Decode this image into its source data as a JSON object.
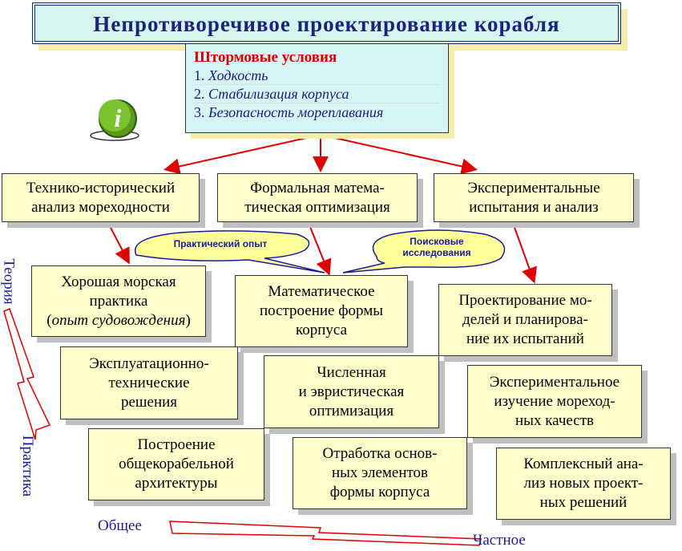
{
  "title": "Непротиворечивое проектирование корабля",
  "storm": {
    "heading": "Штормовые условия",
    "items": [
      {
        "num": "1.",
        "text": "Ходкость"
      },
      {
        "num": "2.",
        "text": "Стабилизация корпуса"
      },
      {
        "num": "3.",
        "text": "Безопасность мореплавания"
      }
    ]
  },
  "branches": {
    "historical": [
      "Технико-исторический",
      "анализ мореходности"
    ],
    "formal": [
      "Формальная матема-",
      "тическая оптимизация"
    ],
    "experimental": [
      "Экспериментальные",
      "испытания и анализ"
    ]
  },
  "callouts": {
    "practical": "Практический опыт",
    "search": [
      "Поисковые",
      "исследования"
    ]
  },
  "boxes": {
    "good_practice": [
      "Хорошая морская",
      "практика"
    ],
    "good_practice_note": "опыт судовождения",
    "math_form": [
      "Математическое",
      "построение формы",
      "корпуса"
    ],
    "model_design": [
      "Проектирование мо-",
      "делей и планирова-",
      "ние их испытаний"
    ],
    "operational": [
      "Эксплуатационно-",
      "технические",
      "решения"
    ],
    "numeric": [
      "Численная",
      "и эвристическая",
      "оптимизация"
    ],
    "exp_study": [
      "Экспериментальное",
      "изучение мореход-",
      "ных качеств"
    ],
    "architecture": [
      "Построение",
      "общекорабельной",
      "архитектуры"
    ],
    "elements": [
      "Отработка основ-",
      "ных элементов",
      "формы корпуса"
    ],
    "complex": [
      "Комплексный ана-",
      "лиз новых проект-",
      "ных решений"
    ]
  },
  "axes": {
    "theory": "Теория",
    "practice": "Практика",
    "general": "Общее",
    "particular": "Частное"
  },
  "info_icon": "info-icon",
  "colors": {
    "arrow": "#e00000",
    "box_fill": "#ffffcc",
    "title_text": "#1a237e",
    "axis_text": "#1a1a9a"
  }
}
